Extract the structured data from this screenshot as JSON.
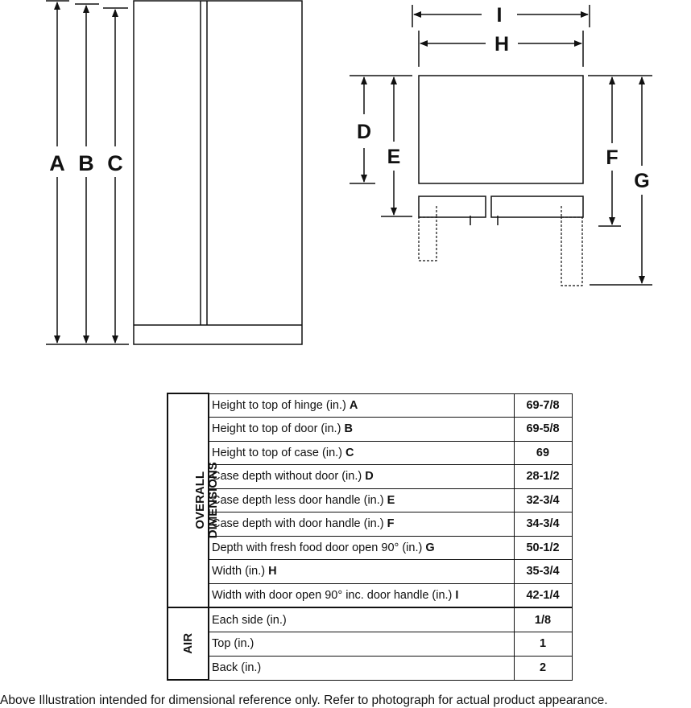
{
  "front_view": {
    "labels": {
      "a": "A",
      "b": "B",
      "c": "C"
    }
  },
  "top_view": {
    "labels": {
      "d": "D",
      "e": "E",
      "f": "F",
      "g": "G",
      "h": "H",
      "i": "I"
    }
  },
  "table": {
    "groups": [
      {
        "title_lines": [
          "OVERALL",
          "DIMENSIONS"
        ],
        "rows": [
          {
            "label": "Height to top of hinge (in.)",
            "key": "A",
            "value": "69-7/8"
          },
          {
            "label": "Height to top of door (in.)",
            "key": "B",
            "value": "69-5/8"
          },
          {
            "label": "Height to top of case (in.)",
            "key": "C",
            "value": "69"
          },
          {
            "label": "Case depth without door (in.)",
            "key": "D",
            "value": "28-1/2"
          },
          {
            "label": "Case depth less door handle (in.)",
            "key": "E",
            "value": "32-3/4"
          },
          {
            "label": "Case depth with door handle (in.)",
            "key": "F",
            "value": "34-3/4"
          },
          {
            "label": "Depth with fresh food door open 90° (in.)",
            "key": "G",
            "value": "50-1/2"
          },
          {
            "label": "Width (in.)",
            "key": "H",
            "value": "35-3/4"
          },
          {
            "label": "Width with door open 90° inc. door handle (in.)",
            "key": "I",
            "value": "42-1/4"
          }
        ]
      },
      {
        "title_lines": [
          "AIR"
        ],
        "rows": [
          {
            "label": "Each side (in.)",
            "key": "",
            "value": "1/8"
          },
          {
            "label": "Top (in.)",
            "key": "",
            "value": "1"
          },
          {
            "label": "Back (in.)",
            "key": "",
            "value": "2"
          }
        ]
      }
    ]
  },
  "footer": {
    "note": "Above Illustration intended for dimensional reference only. Refer to photograph for actual product appearance."
  }
}
